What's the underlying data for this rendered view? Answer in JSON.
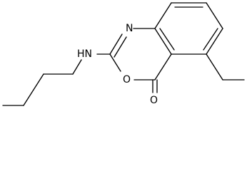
{
  "molecule": {
    "atoms": {
      "ring_nitrogen": "N",
      "amine": "HN",
      "ring_oxygen": "O",
      "carbonyl_oxygen": "O"
    }
  }
}
